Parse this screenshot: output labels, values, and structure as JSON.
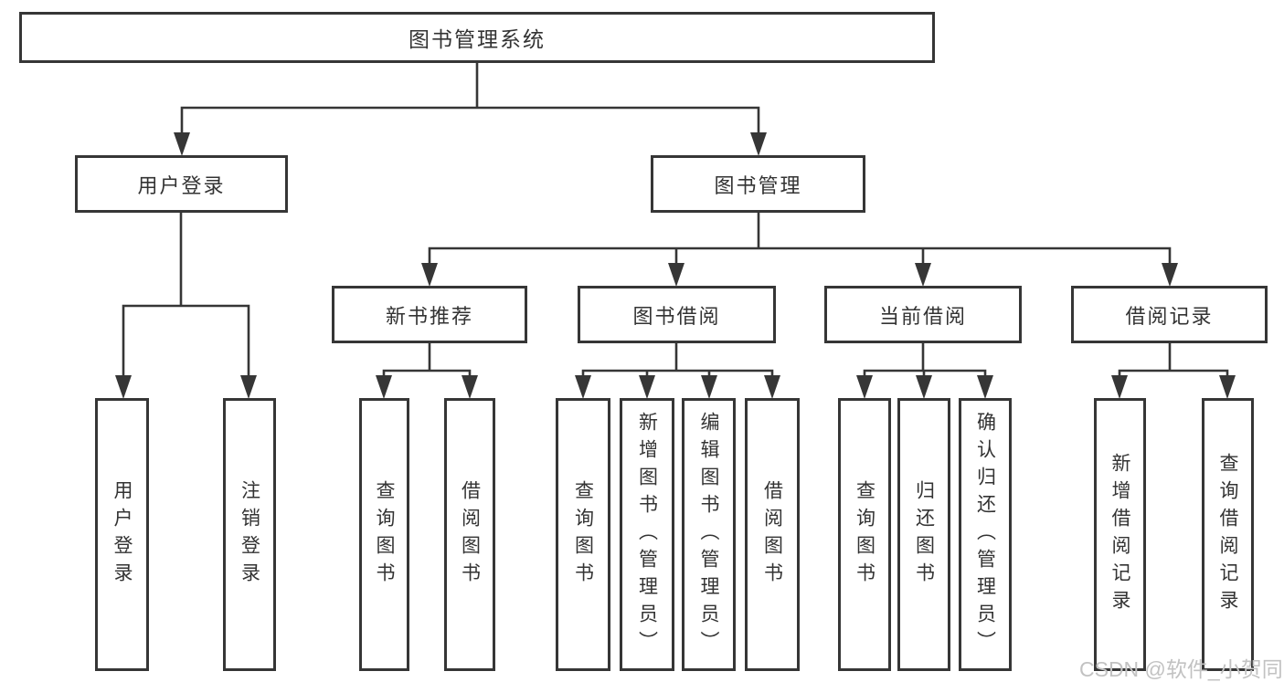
{
  "tree": {
    "root": {
      "label": "图书管理系统"
    },
    "branches": [
      {
        "label": "用户登录",
        "children": [
          {
            "label": "用户登录"
          },
          {
            "label": "注销登录"
          }
        ]
      },
      {
        "label": "图书管理",
        "children": [
          {
            "label": "新书推荐",
            "children": [
              {
                "label": "查询图书"
              },
              {
                "label": "借阅图书"
              }
            ]
          },
          {
            "label": "图书借阅",
            "children": [
              {
                "label": "查询图书"
              },
              {
                "label": "新增图书（管理员）"
              },
              {
                "label": "编辑图书（管理员）"
              },
              {
                "label": "借阅图书"
              }
            ]
          },
          {
            "label": "当前借阅",
            "children": [
              {
                "label": "查询图书"
              },
              {
                "label": "归还图书"
              },
              {
                "label": "确认归还（管理员）"
              }
            ]
          },
          {
            "label": "借阅记录",
            "children": [
              {
                "label": "新增借阅记录"
              },
              {
                "label": "查询借阅记录"
              }
            ]
          }
        ]
      }
    ]
  },
  "watermark": {
    "text": "CSDN @软件_小贺同学"
  },
  "colors": {
    "line": "#363636",
    "text": "#333333",
    "box_bg": "#ffffff",
    "watermark": "#c2c2c2",
    "background": "#ffffff"
  }
}
